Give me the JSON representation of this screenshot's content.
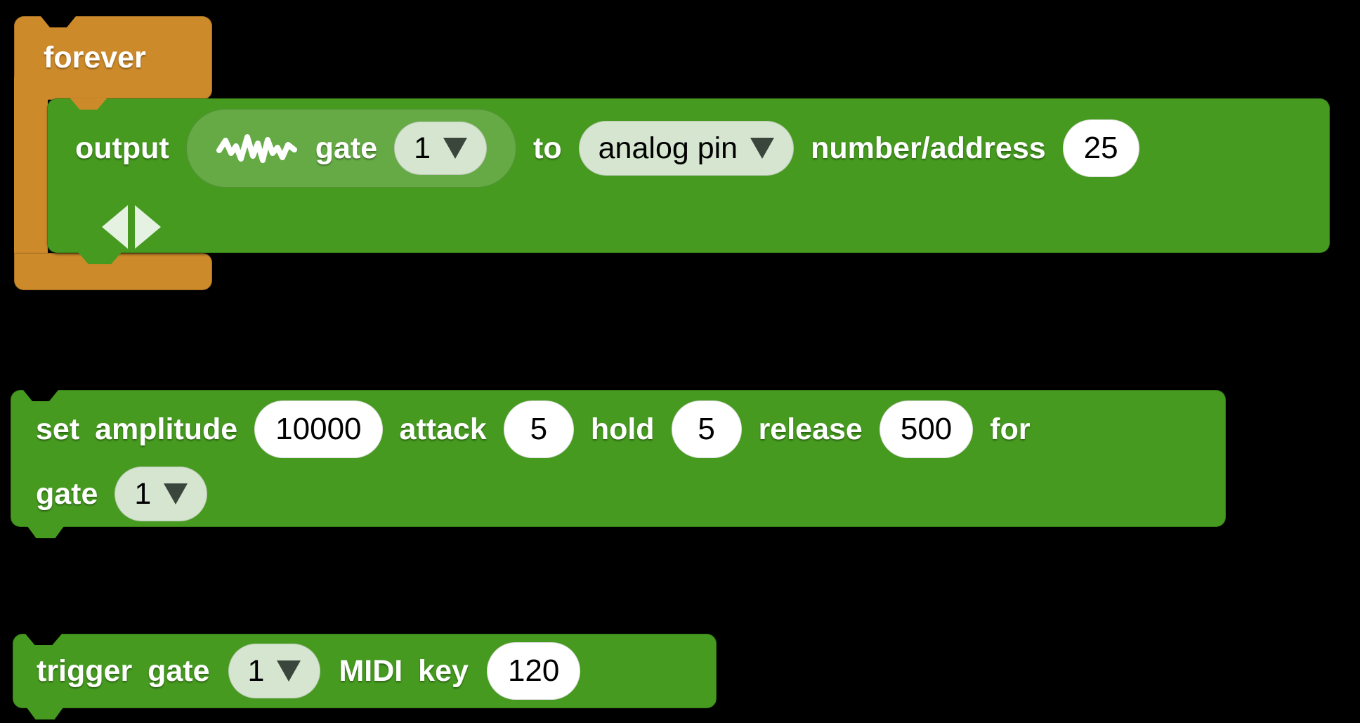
{
  "app": "block-programming-script-canvas",
  "colors": {
    "background": "#000000",
    "control_block": "#cd8a2a",
    "command_block": "#459a1f",
    "reporter_pill": "#65aa45",
    "dropdown_pill": "#d6e5d0",
    "input_pill": "#ffffff",
    "label_text": "#ffffff",
    "input_text": "#000000",
    "dropdown_arrow": "#3a453c",
    "expander_arrow": "#e6f2e1"
  },
  "icons": {
    "reporter_icon": "waveform-icon",
    "dropdown_icon": "triangle-down-icon",
    "expander_left": "triangle-left-icon",
    "expander_right": "triangle-right-icon"
  },
  "forever": {
    "label": "forever"
  },
  "output_block": {
    "label_output": "output",
    "reporter": {
      "label_gate": "gate",
      "gate_value": "1"
    },
    "label_to": "to",
    "pin_type_value": "analog pin",
    "label_number_address": "number/address",
    "pin_number_value": "25"
  },
  "set_block": {
    "label_set_amplitude": "set amplitude",
    "amplitude_value": "10000",
    "label_attack": "attack",
    "attack_value": "5",
    "label_hold": "hold",
    "hold_value": "5",
    "label_release": "release",
    "release_value": "500",
    "label_for": "for",
    "label_gate": "gate",
    "gate_value": "1"
  },
  "trigger_block": {
    "label_trigger_gate": "trigger gate",
    "gate_value": "1",
    "label_midi_key": "MIDI key",
    "midi_key_value": "120"
  }
}
